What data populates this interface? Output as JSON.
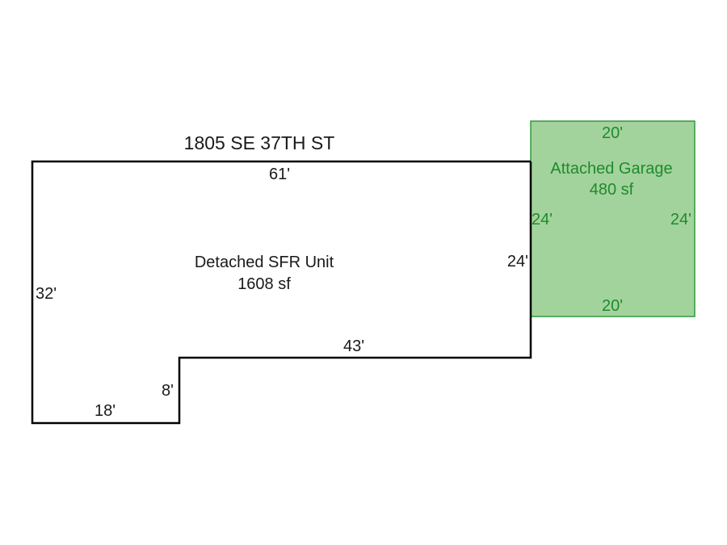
{
  "address": "1805 SE 37TH ST",
  "house": {
    "name": "Detached SFR Unit",
    "area": "1608 sf",
    "dimensions": {
      "top": "61'",
      "left": "32'",
      "bottom_left": "18'",
      "notch_vertical": "8'",
      "bottom_right": "43'",
      "right": "24'"
    }
  },
  "garage": {
    "name": "Attached Garage",
    "area": "480 sf",
    "fill_color": "#a3d39c",
    "stroke_color": "#2e9a3e",
    "text_color": "#1f8a2e",
    "dimensions": {
      "top": "20'",
      "bottom": "20'",
      "left": "24'",
      "right": "24'"
    }
  }
}
